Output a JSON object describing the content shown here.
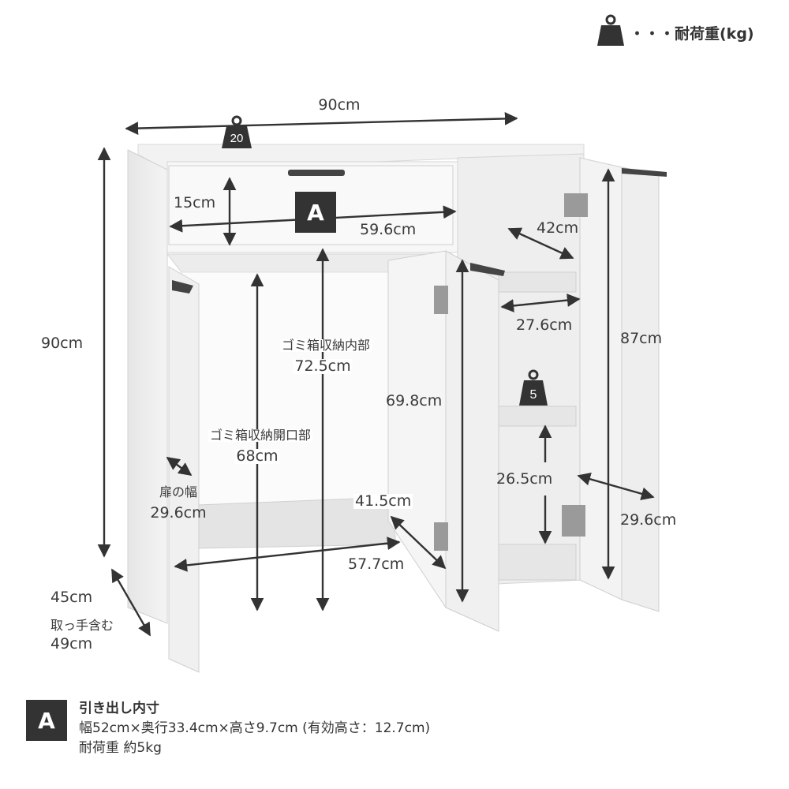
{
  "legend": {
    "text": "・・・耐荷重(kg)",
    "icon": "weight-icon"
  },
  "dimensions": {
    "width_top": "90cm",
    "height_left": "90cm",
    "depth": "45cm",
    "depth_note": "取っ手含む",
    "depth_with_handle": "49cm",
    "drawer_height": "15cm",
    "drawer_width": "59.6cm",
    "trash_inner_label": "ゴミ箱収納内部",
    "trash_inner_value": "72.5cm",
    "trash_opening_label": "ゴミ箱収納開口部",
    "trash_opening_value": "68cm",
    "door_width_label": "扉の幅",
    "door_width_value": "29.6cm",
    "opening_width": "57.7cm",
    "left_door_open": "41.5cm",
    "mid_door_height": "69.8cm",
    "shelf_depth_top": "42cm",
    "shelf_width": "27.6cm",
    "right_door_height": "87cm",
    "shelf_gap": "26.5cm",
    "right_door_width": "29.6cm"
  },
  "weights": {
    "top": "20",
    "shelf": "5"
  },
  "drawer_badge": "A",
  "spec": {
    "badge": "A",
    "title": "引き出し内寸",
    "line1": "幅52cm×奥行33.4cm×高さ9.7cm (有効高さ：12.7cm)",
    "line2": "耐荷重 約5kg"
  }
}
